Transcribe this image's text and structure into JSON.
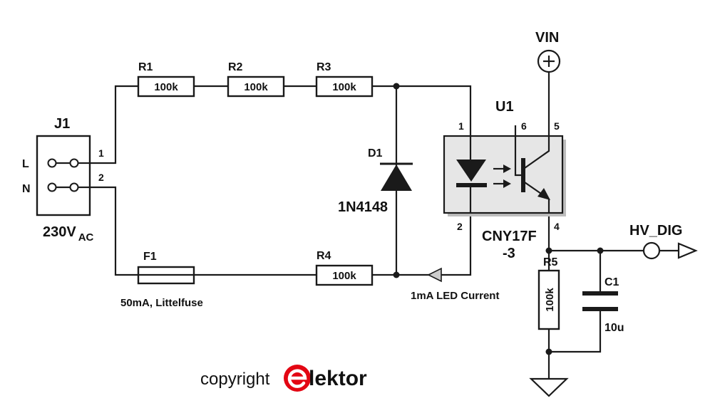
{
  "connector": {
    "ref": "J1",
    "pin_L": "L",
    "pin_N": "N",
    "pin1": "1",
    "pin2": "2",
    "voltage": "230V",
    "voltage_sub": "AC"
  },
  "resistors": {
    "r1": {
      "ref": "R1",
      "value": "100k"
    },
    "r2": {
      "ref": "R2",
      "value": "100k"
    },
    "r3": {
      "ref": "R3",
      "value": "100k"
    },
    "r4": {
      "ref": "R4",
      "value": "100k"
    },
    "r5": {
      "ref": "R5",
      "value": "100k"
    }
  },
  "fuse": {
    "ref": "F1",
    "value": "50mA, Littelfuse"
  },
  "diode": {
    "ref": "D1",
    "part": "1N4148"
  },
  "optocoupler": {
    "ref": "U1",
    "part_line1": "CNY17F",
    "part_line2": "-3",
    "pin1": "1",
    "pin2": "2",
    "pin4": "4",
    "pin5": "5",
    "pin6": "6"
  },
  "capacitor": {
    "ref": "C1",
    "value": "10u"
  },
  "supply": {
    "label": "VIN"
  },
  "output": {
    "label": "HV_DIG"
  },
  "annotation": {
    "text": "1mA LED Current"
  },
  "footer": {
    "copyright": "copyright",
    "brand_rest": "lektor"
  },
  "colors": {
    "line": "#1a1a1a",
    "optocoupler_fill": "#e6e6e6",
    "brand_red": "#e30613"
  }
}
